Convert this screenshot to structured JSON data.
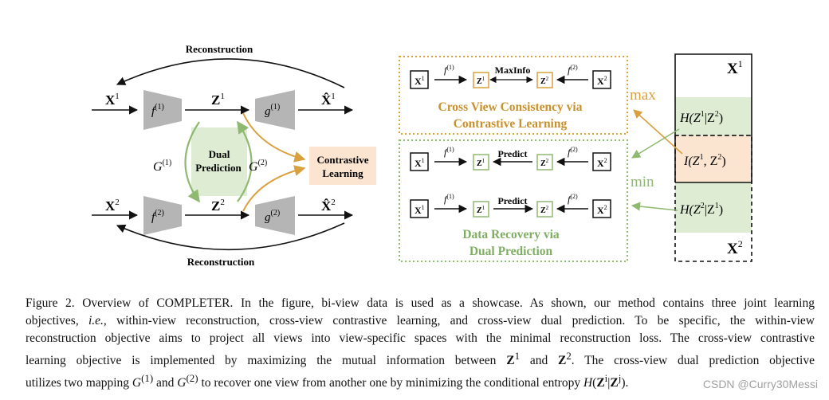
{
  "figure": {
    "left": {
      "reconstruction_top": "Reconstruction",
      "reconstruction_bottom": "Reconstruction",
      "x1": "X",
      "x1_sup": "1",
      "x2": "X",
      "x2_sup": "2",
      "f1": "f",
      "f1_sup": "(1)",
      "f2": "f",
      "f2_sup": "(2)",
      "z1": "Z",
      "z1_sup": "1",
      "z2": "Z",
      "z2_sup": "2",
      "g1": "g",
      "g1_sup": "(1)",
      "g2": "g",
      "g2_sup": "(2)",
      "xhat1": "X̂",
      "xhat1_sup": "1",
      "xhat2": "X̂",
      "xhat2_sup": "2",
      "G1": "G",
      "G1_sup": "(1)",
      "G2": "G",
      "G2_sup": "(2)",
      "dual_line1": "Dual",
      "dual_line2": "Prediction",
      "contrastive_line1": "Contrastive",
      "contrastive_line2": "Learning"
    },
    "right": {
      "maxinfo": "MaxInfo",
      "predict1": "Predict",
      "predict2": "Predict",
      "x": "X",
      "z": "Z",
      "sup1": "1",
      "sup2": "2",
      "f": "f",
      "f1_sup": "(1)",
      "f2_sup": "(2)",
      "cross_line1": "Cross View Consistency via",
      "cross_line2": "Contrastive Learning",
      "data_line1": "Data Recovery via",
      "data_line2": "Dual Prediction",
      "max_label": "max",
      "min_label": "min"
    },
    "venn": {
      "x1": "X",
      "x1_sup": "1",
      "x2": "X",
      "x2_sup": "2",
      "h_top": "H(Z",
      "h_top_mid": "|Z",
      "h_top_end": ")",
      "i_mid": "I(Z",
      "i_mid_sep": ", Z",
      "i_mid_end": ")",
      "h_bot": "H(Z",
      "h_bot_mid": "|Z",
      "h_bot_end": ")"
    },
    "colors": {
      "orange": "#d9a03e",
      "orange_fill": "#fbe5d0",
      "green": "#8fb971",
      "green_fill": "#ddecd2",
      "gray_box": "#b5b5b5",
      "orange_text": "#c8912c",
      "green_text": "#7fae62"
    }
  },
  "caption": {
    "line1": "Figure 2. Overview of COMPLETER. In the figure, bi-view data is used as a showcase. As shown, our method contains three joint learning",
    "line2_a": "objectives, ",
    "line2_ie": "i.e.",
    "line2_b": ", within-view reconstruction, cross-view contrastive learning, and cross-view dual prediction. To be specific, the within-view",
    "line3": "reconstruction objective aims to project all views into view-specific spaces with the minimal reconstruction loss. The cross-view contrastive",
    "line4_a": "learning objective is implemented by maximizing the mutual information between ",
    "line4_z1": "Z",
    "line4_z1_sup": "1",
    "line4_and": " and ",
    "line4_z2": "Z",
    "line4_z2_sup": "2",
    "line4_b": ". The cross-view dual prediction objective",
    "line5_a": "utilizes two mapping ",
    "line5_g1": "G",
    "line5_g1_sup": "(1)",
    "line5_and": " and ",
    "line5_g2": "G",
    "line5_g2_sup": "(2)",
    "line5_b": " to recover one view from another one by minimizing the conditional entropy ",
    "line5_h": "H",
    "line5_h_open": "(",
    "line5_zi": "Z",
    "line5_zi_sup": "i",
    "line5_bar": "|",
    "line5_zj": "Z",
    "line5_zj_sup": "j",
    "line5_end": ")."
  },
  "watermark": "CSDN @Curry30Messi"
}
